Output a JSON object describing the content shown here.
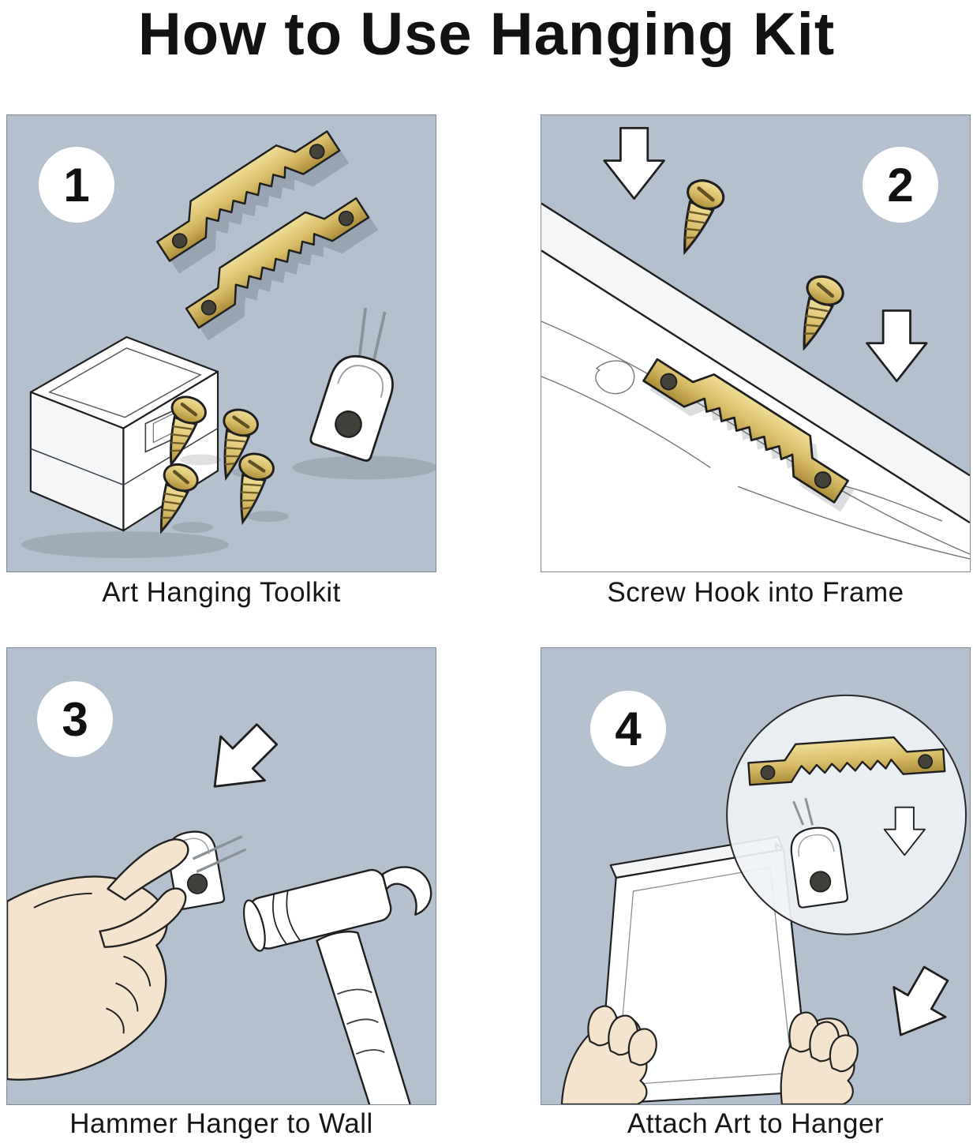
{
  "title": "How to Use Hanging  Kit",
  "panels": [
    {
      "number": "1",
      "caption": "Art Hanging Toolkit"
    },
    {
      "number": "2",
      "caption": "Screw Hook into Frame"
    },
    {
      "number": "3",
      "caption": "Hammer Hanger to Wall"
    },
    {
      "number": "4",
      "caption": "Attach Art to Hanger"
    }
  ],
  "colors": {
    "page_background": "#ffffff",
    "panel_background": "#b4c0cd",
    "brass": "#d8bb66",
    "brass_dark": "#ab8c39",
    "brass_light": "#eedd96",
    "outline": "#1f1f1f",
    "skin": "#f4e4cd",
    "object_white": "#ffffff"
  }
}
